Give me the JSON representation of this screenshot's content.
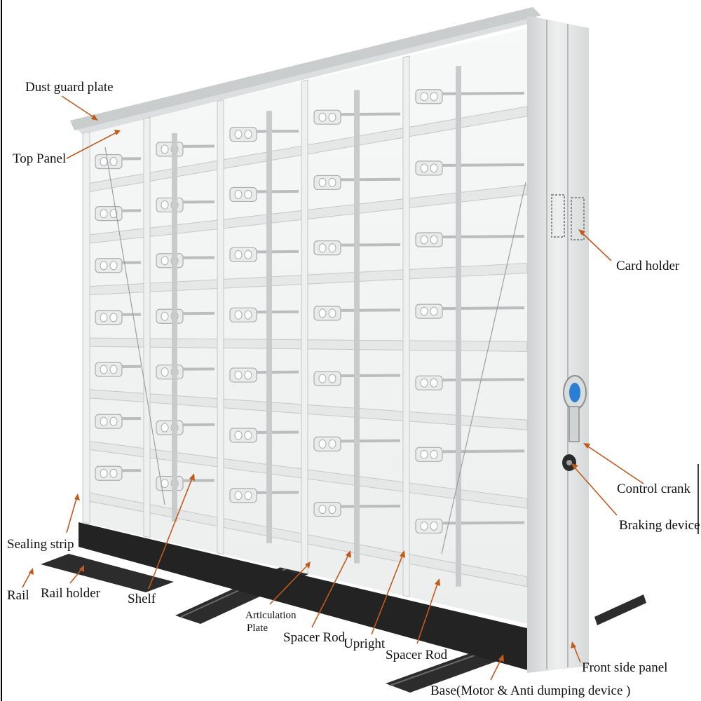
{
  "labels": {
    "dust_guard_plate": "Dust guard plate",
    "top_panel": "Top Panel",
    "card_holder": "Card holder",
    "sealing_strip": "Sealing strip",
    "rail": "Rail",
    "rail_holder": "Rail holder",
    "shelf": "Shelf",
    "articulation_plate_line1": "Articulation",
    "articulation_plate_line2": "Plate",
    "spacer_rod_left": "Spacer Rod",
    "upright": "Upright",
    "spacer_rod_right": "Spacer Rod",
    "control_crank": "Control crank",
    "braking_device": "Braking device",
    "front_side_panel": "Front side panel",
    "base": "Base(Motor & Anti dumping device )"
  },
  "colors": {
    "leader_line": "#c25a1c",
    "frame": "#e6e8e8",
    "frame_shadow": "#c4c8c8",
    "base": "#232323",
    "rail": "#2c2c2c",
    "glass": "#f4f5f5"
  }
}
